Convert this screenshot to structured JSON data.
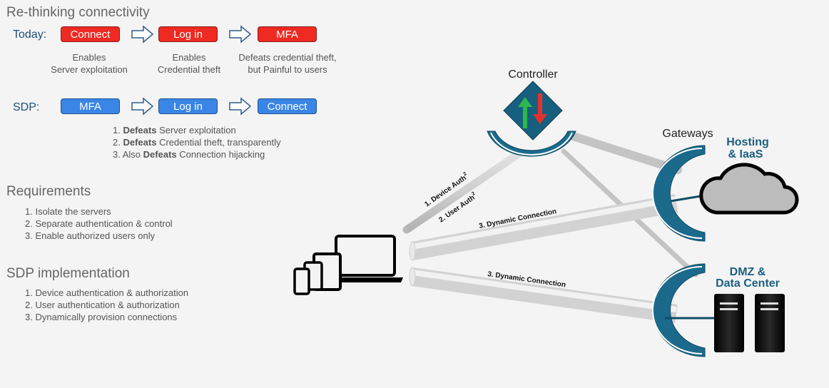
{
  "header": {
    "title": "Re-thinking connectivity"
  },
  "today": {
    "label": "Today:",
    "steps": [
      "Connect",
      "Log in",
      "MFA"
    ],
    "captions": [
      [
        "Enables",
        "Server exploitation"
      ],
      [
        "Enables",
        "Credential theft"
      ],
      [
        "Defeats credential theft,",
        "but Painful to users"
      ]
    ]
  },
  "sdp": {
    "label": "SDP:",
    "steps": [
      "MFA",
      "Log in",
      "Connect"
    ],
    "benefits": [
      {
        "num": "1.",
        "bold": "Defeats",
        "rest": "Server exploitation"
      },
      {
        "num": "2.",
        "bold": "Defeats",
        "rest": "Credential theft, transparently"
      },
      {
        "num": "3. Also",
        "bold": "Defeats",
        "rest": "Connection hijacking"
      }
    ]
  },
  "requirements": {
    "title": "Requirements",
    "items": [
      "1. Isolate the servers",
      "2. Separate authentication & control",
      "3. Enable authorized users only"
    ]
  },
  "implementation": {
    "title": "SDP implementation",
    "items": [
      "1. Device authentication & authorization",
      "2. User authentication & authorization",
      "3. Dynamically provision connections"
    ]
  },
  "diagram": {
    "controller": "Controller",
    "gateways": "Gateways",
    "hosting": [
      "Hosting",
      "& IaaS"
    ],
    "dmz": [
      "DMZ &",
      "Data Center"
    ],
    "device_auth": "1. Device Auth",
    "user_auth": "2. User Auth",
    "superscript": "2",
    "dyn1": "3. Dynamic Connection",
    "dyn2": "3. Dynamic Connection",
    "colors": {
      "teal": "#1b6a8c",
      "dark_teal": "#124d67",
      "label_blue": "#1b5f80"
    }
  }
}
